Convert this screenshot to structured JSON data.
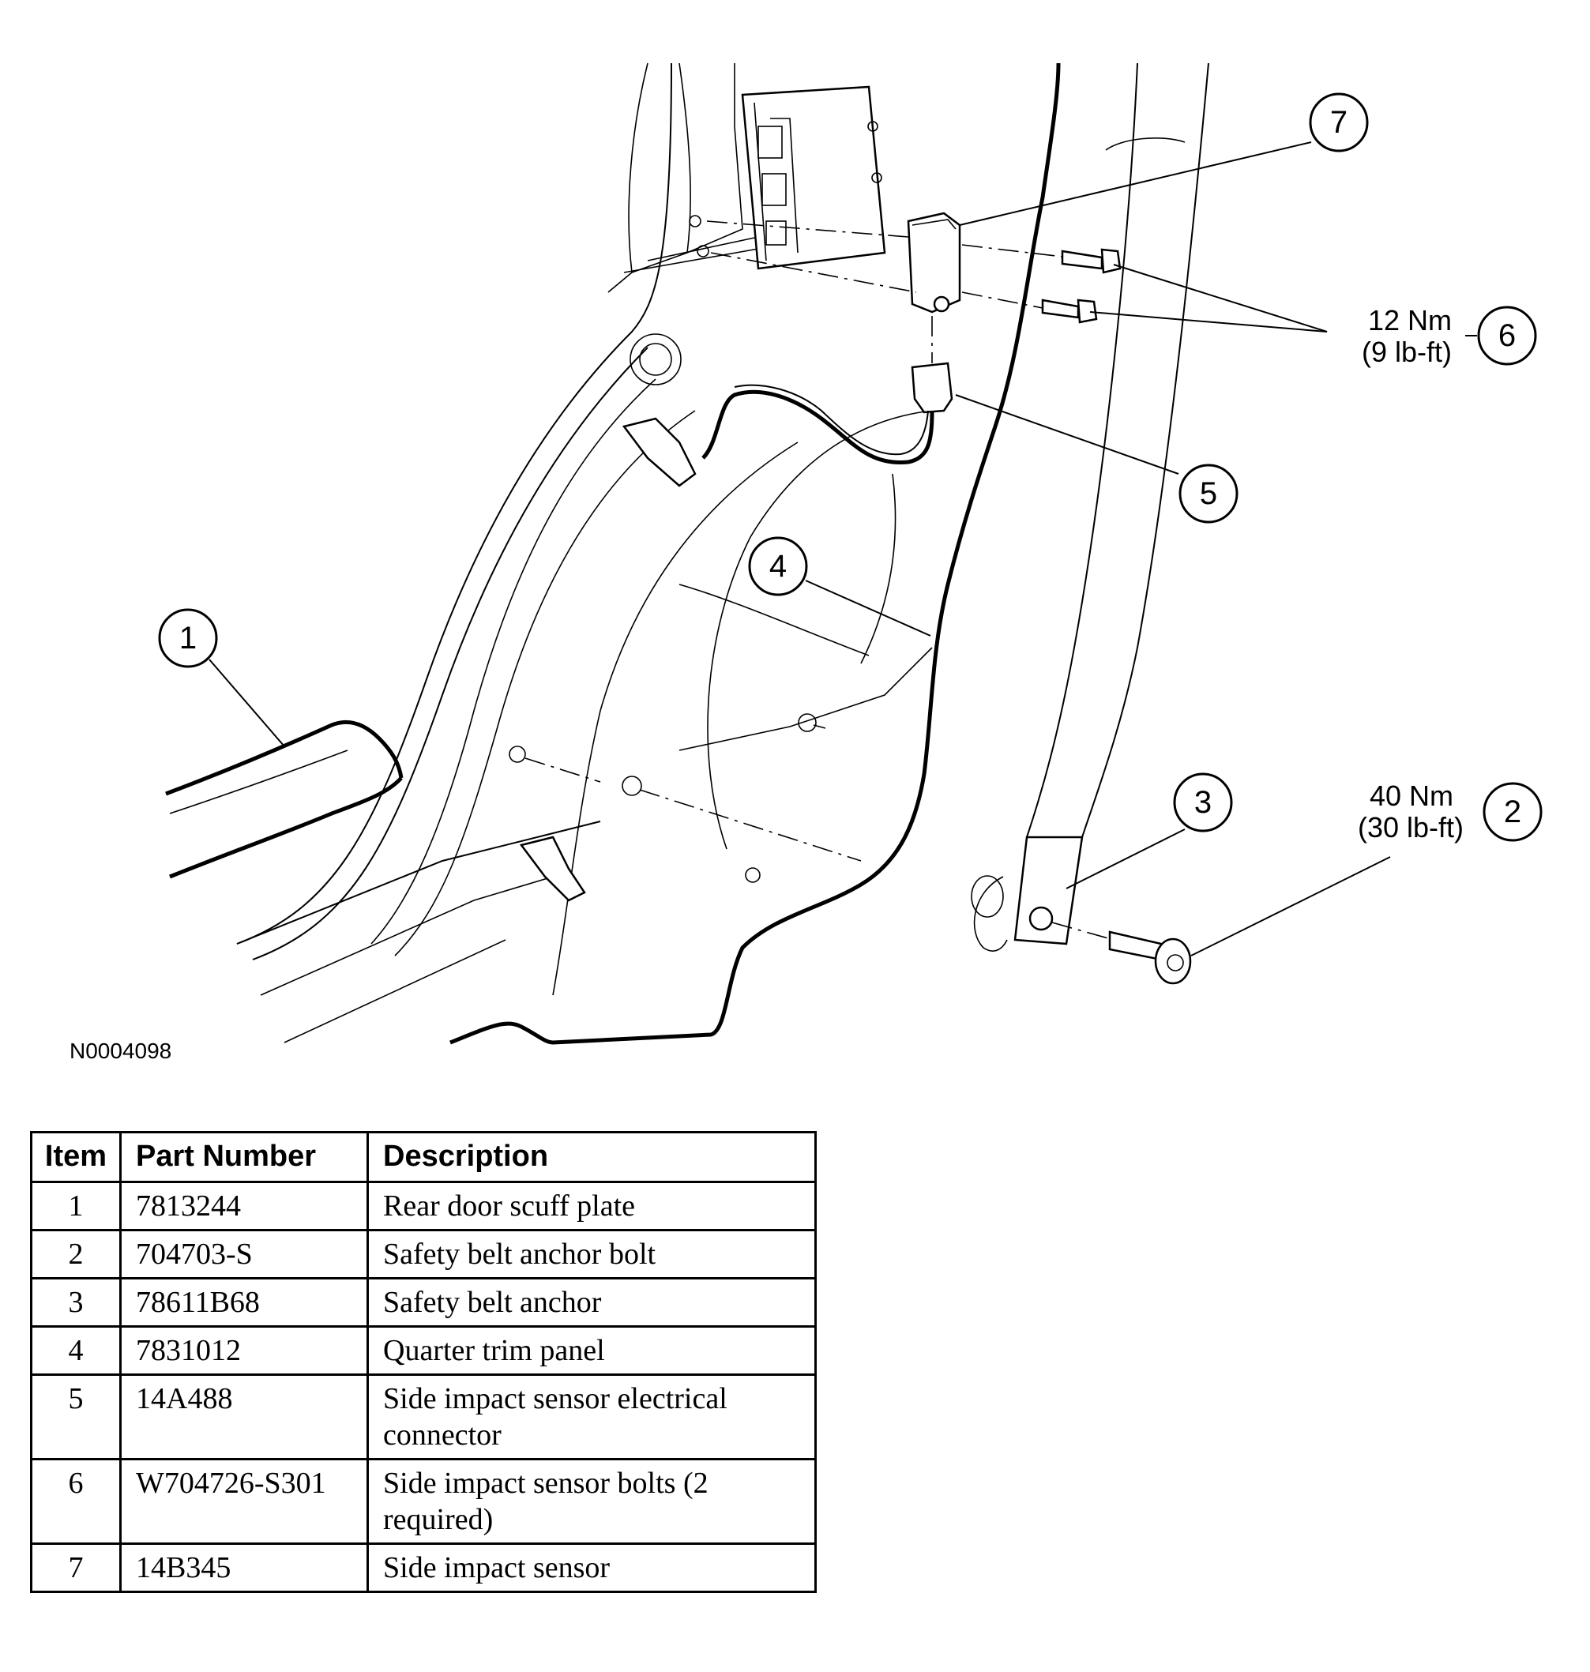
{
  "figure": {
    "id": "N0004098",
    "callouts": [
      {
        "num": "1"
      },
      {
        "num": "2",
        "torque_nm": "40 Nm",
        "torque_lbft": "(30 lb-ft)"
      },
      {
        "num": "3"
      },
      {
        "num": "4"
      },
      {
        "num": "5"
      },
      {
        "num": "6",
        "torque_nm": "12 Nm",
        "torque_lbft": "(9 lb-ft)"
      },
      {
        "num": "7"
      }
    ]
  },
  "table": {
    "headers": [
      "Item",
      "Part Number",
      "Description"
    ],
    "rows": [
      {
        "item": "1",
        "part_number": "7813244",
        "description": "Rear door scuff plate"
      },
      {
        "item": "2",
        "part_number": "704703-S",
        "description": "Safety belt anchor bolt"
      },
      {
        "item": "3",
        "part_number": "78611B68",
        "description": "Safety belt anchor"
      },
      {
        "item": "4",
        "part_number": "7831012",
        "description": "Quarter trim panel"
      },
      {
        "item": "5",
        "part_number": "14A488",
        "description": "Side impact sensor electrical connector"
      },
      {
        "item": "6",
        "part_number": "W704726-S301",
        "description": "Side impact sensor bolts (2 required)"
      },
      {
        "item": "7",
        "part_number": "14B345",
        "description": "Side impact sensor"
      }
    ]
  }
}
